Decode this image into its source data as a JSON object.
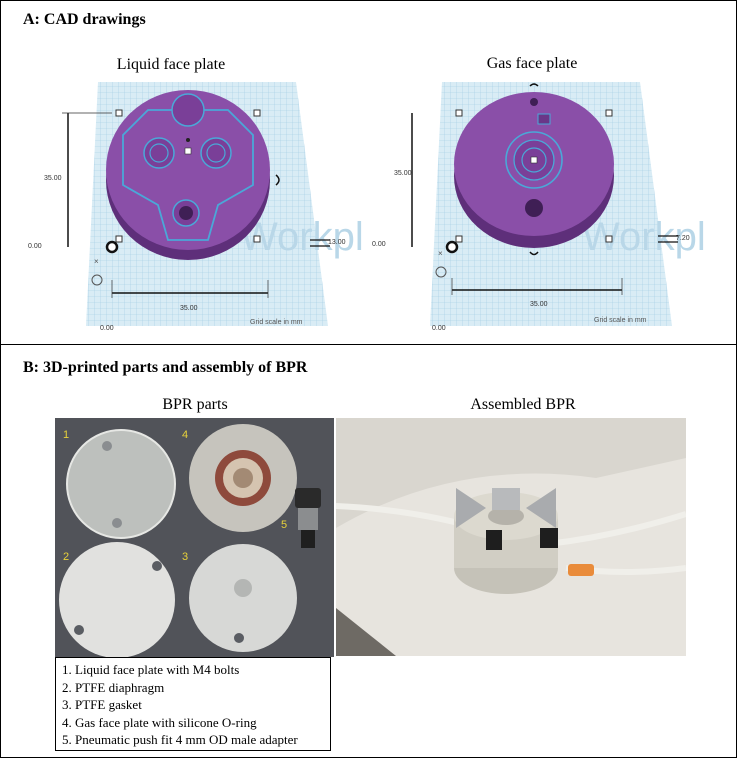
{
  "panel_a": {
    "title": "A: CAD drawings",
    "liquid": {
      "label": "Liquid face plate",
      "dim_vertical": "35.00",
      "dim_horizontal": "35.00",
      "dim_height": "13.00",
      "origin_left": "0.00",
      "origin_bottom": "0.00",
      "grid_scale": "Grid scale in mm",
      "watermark": "Workplan"
    },
    "gas": {
      "label": "Gas face plate",
      "dim_vertical": "35.00",
      "dim_horizontal": "35.00",
      "dim_height": "7.20",
      "origin_left": "0.00",
      "origin_bottom": "0.00",
      "grid_scale": "Grid scale in mm",
      "watermark": "Workplan"
    }
  },
  "panel_b": {
    "title": "B: 3D-printed parts and assembly of BPR",
    "parts_label": "BPR parts",
    "assembled_label": "Assembled BPR",
    "part_numbers": [
      "1",
      "4",
      "5",
      "2",
      "3"
    ],
    "legend": [
      "1. Liquid face plate with M4 bolts",
      "2. PTFE diaphragm",
      "3. PTFE gasket",
      "4. Gas face plate with silicone O-ring",
      "5. Pneumatic push fit 4 mm OD male adapter"
    ]
  },
  "colors": {
    "grid_bg": "#d9ecf5",
    "grid_line": "#9fcbe3",
    "plate_purple": "#8a4fa8",
    "plate_dark": "#5e2f7a",
    "outline_blue": "#4aa8d8",
    "part_label_yellow": "#e8d23a"
  }
}
